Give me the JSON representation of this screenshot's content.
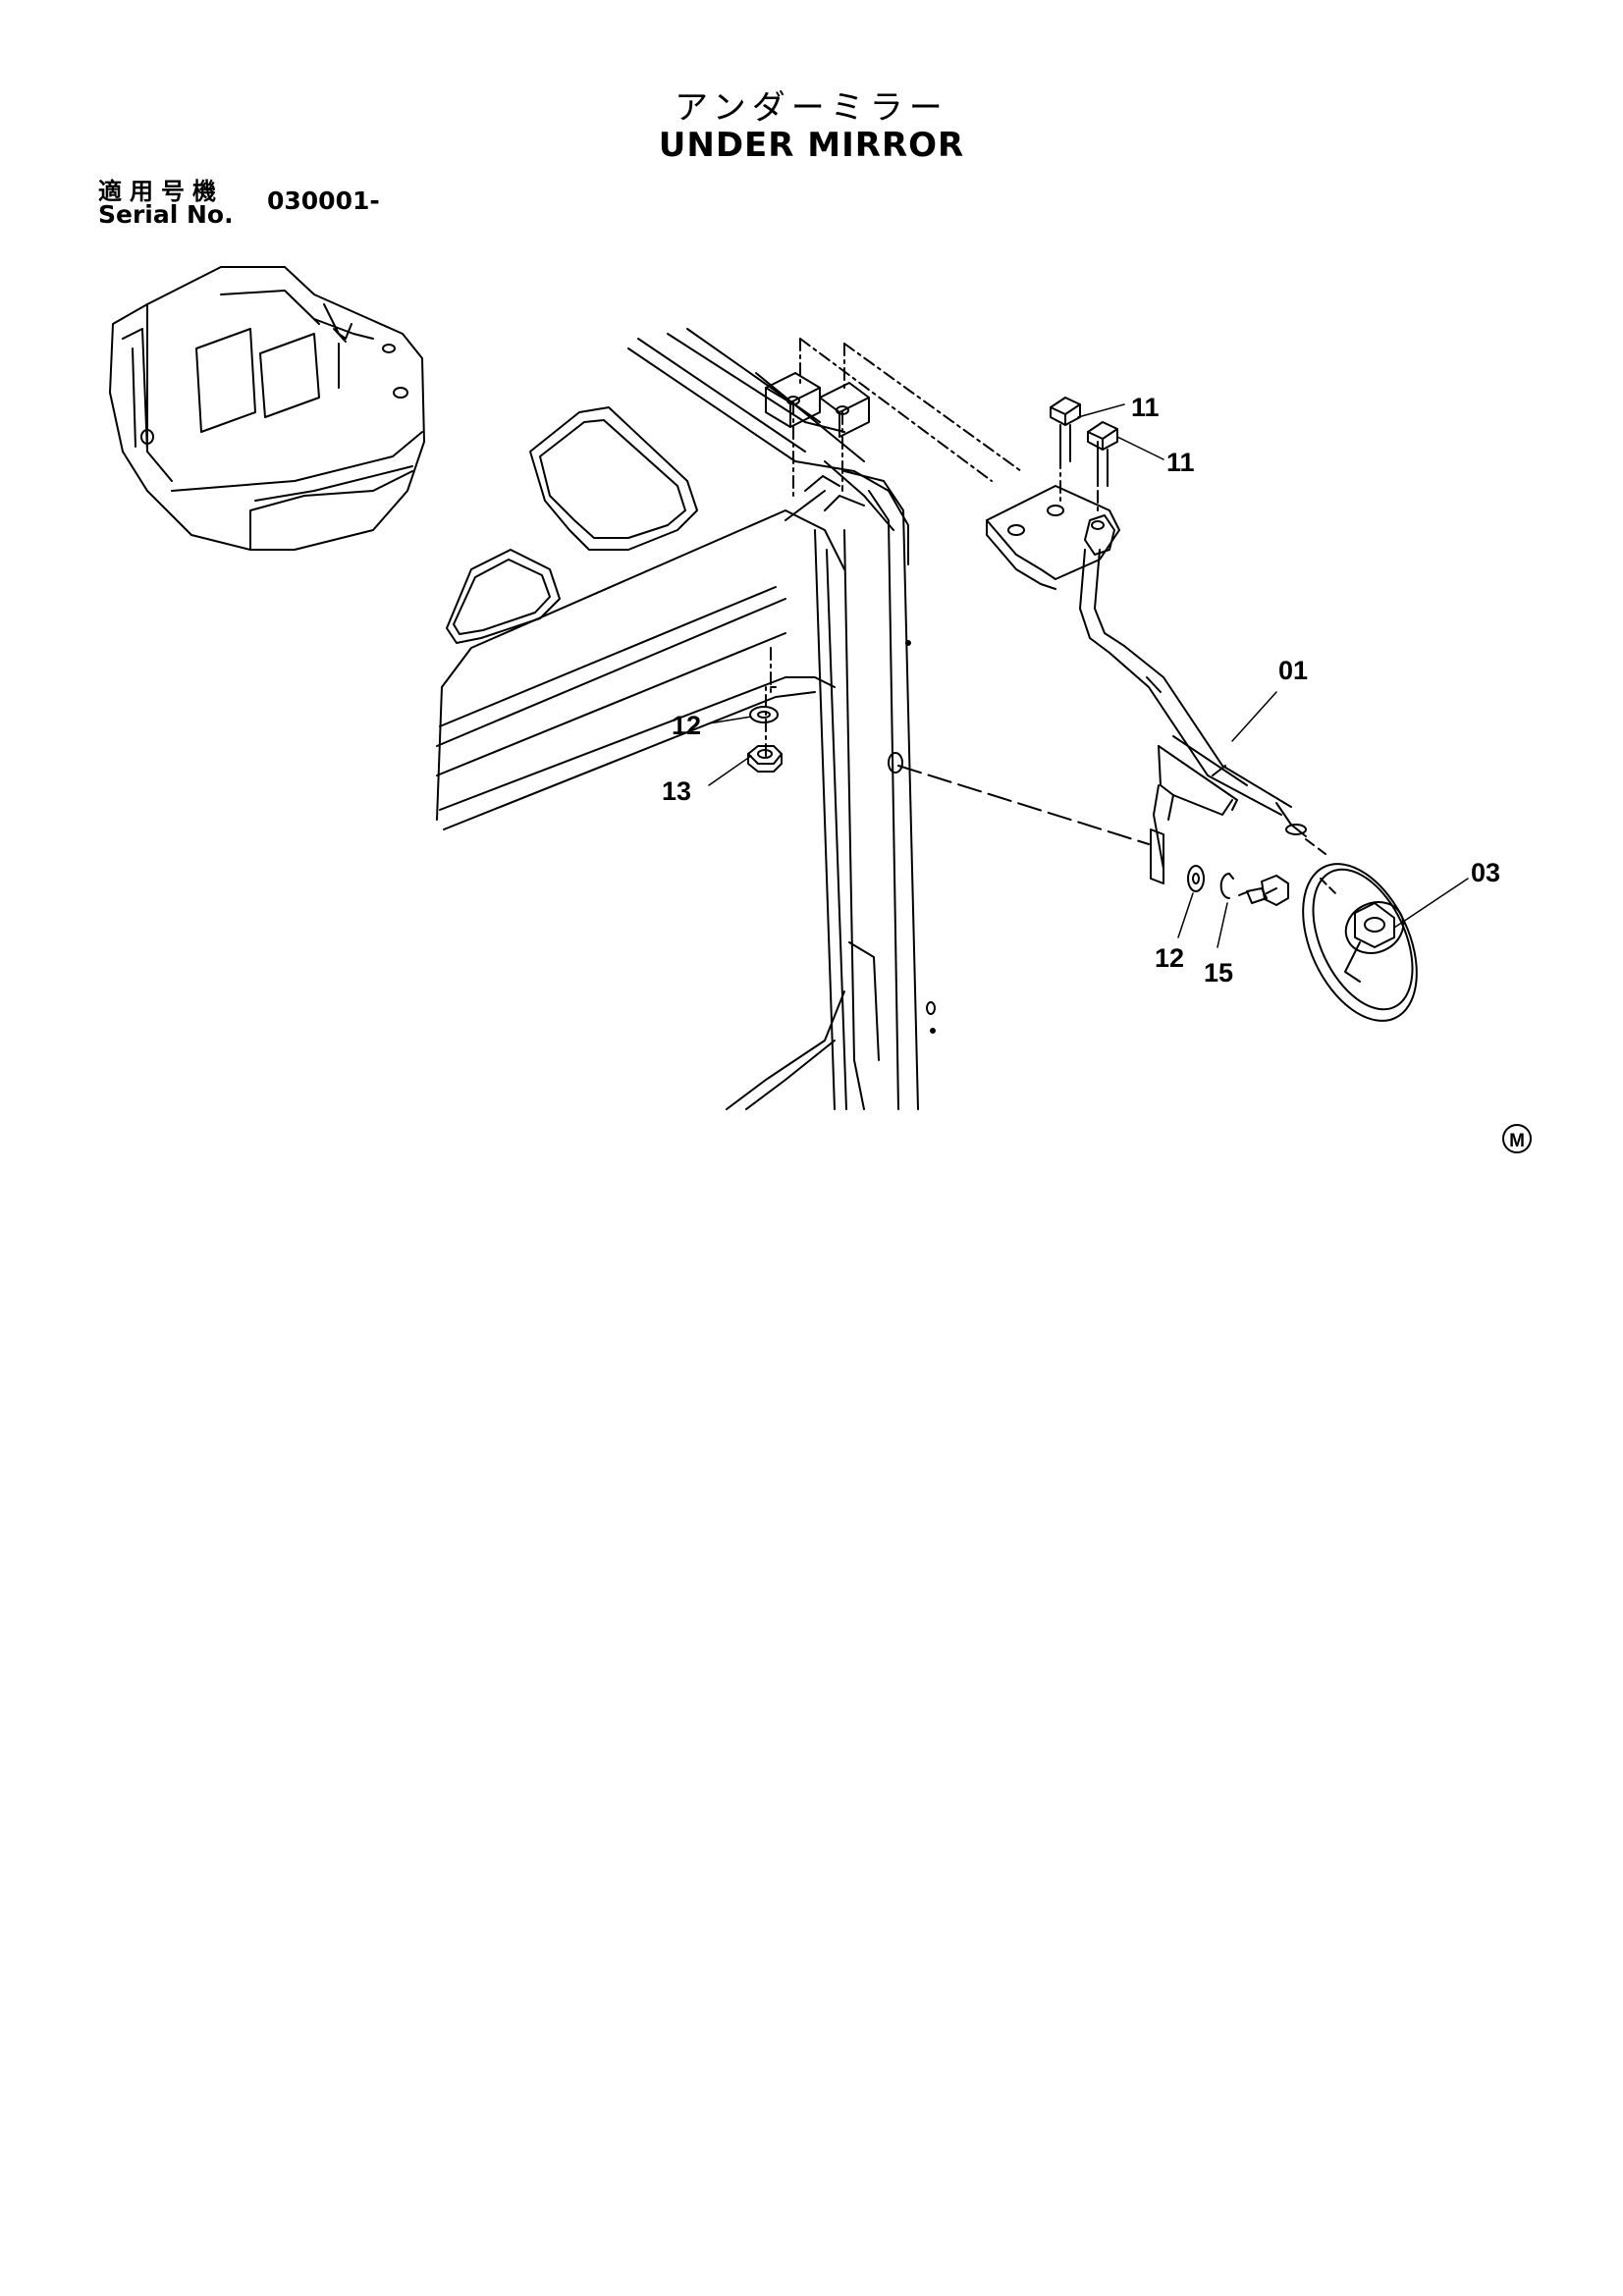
{
  "header": {
    "title_jp": "アンダーミラー",
    "title_en": "UNDER MIRROR",
    "serial_label_jp": "適用号機",
    "serial_label_en": "Serial No.",
    "serial_value": "030001-"
  },
  "callouts": [
    {
      "id": "c-11a",
      "text": "11"
    },
    {
      "id": "c-11b",
      "text": "11"
    },
    {
      "id": "c-01",
      "text": "01"
    },
    {
      "id": "c-03",
      "text": "03"
    },
    {
      "id": "c-12a",
      "text": "12"
    },
    {
      "id": "c-13",
      "text": "13"
    },
    {
      "id": "c-12b",
      "text": "12"
    },
    {
      "id": "c-15",
      "text": "15"
    }
  ],
  "mark": "M"
}
